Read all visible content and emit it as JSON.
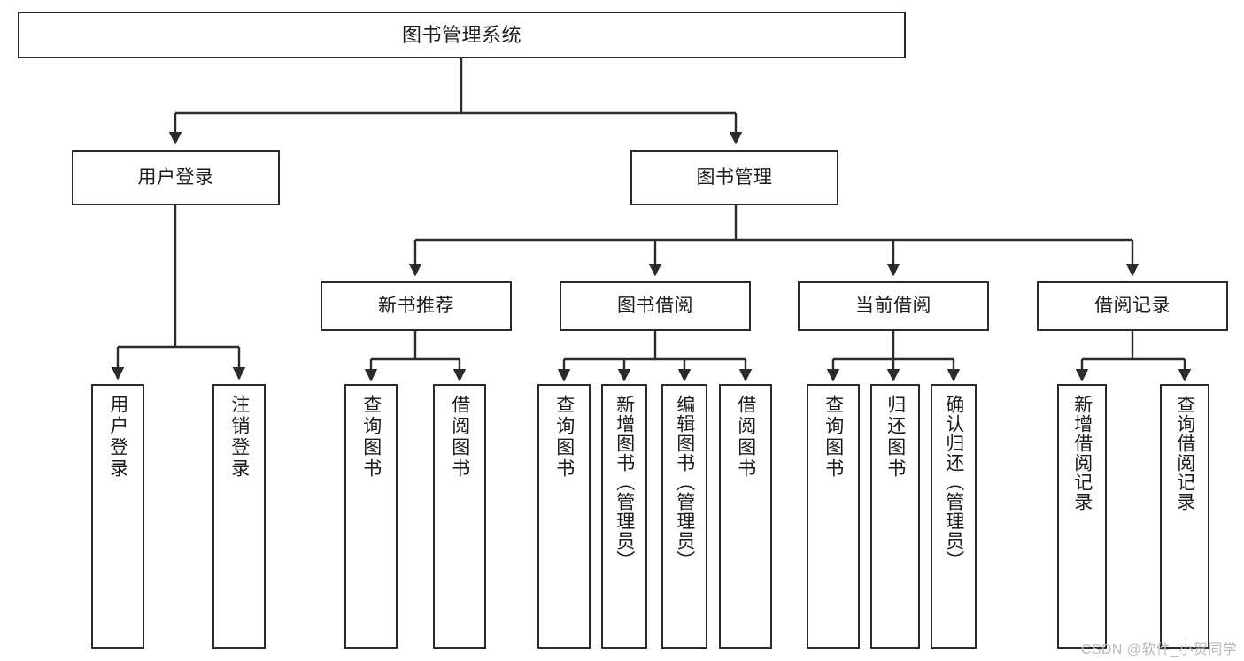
{
  "diagram": {
    "title": "图书管理系统",
    "type": "tree-hierarchy",
    "watermark": "CSDN @软件_小贺同学",
    "colors": {
      "background": "#ffffff",
      "node_border": "#2b2b2b",
      "node_fill": "#ffffff",
      "text": "#1b1b1b",
      "edge": "#2b2b2b",
      "watermark": "#b9b9b9"
    }
  },
  "nodes": {
    "root": {
      "label": "图书管理系统"
    },
    "level2": [
      {
        "id": "user-login",
        "label": "用户登录"
      },
      {
        "id": "book-manage",
        "label": "图书管理"
      }
    ],
    "level3": [
      {
        "id": "new-book-recommend",
        "label": "新书推荐"
      },
      {
        "id": "book-borrow",
        "label": "图书借阅"
      },
      {
        "id": "current-borrow",
        "label": "当前借阅"
      },
      {
        "id": "borrow-record",
        "label": "借阅记录"
      }
    ],
    "leaves": [
      {
        "id": "leaf-user-login",
        "label": "用户登录",
        "parent": "user-login"
      },
      {
        "id": "leaf-logout-login",
        "label": "注销登录",
        "parent": "user-login"
      },
      {
        "id": "leaf-query-book-1",
        "label": "查询图书",
        "parent": "new-book-recommend"
      },
      {
        "id": "leaf-borrow-book-1",
        "label": "借阅图书",
        "parent": "new-book-recommend"
      },
      {
        "id": "leaf-query-book-2",
        "label": "查询图书",
        "parent": "book-borrow"
      },
      {
        "id": "leaf-add-book",
        "label": "新增图书（管理员）",
        "parent": "book-borrow"
      },
      {
        "id": "leaf-edit-book",
        "label": "编辑图书（管理员）",
        "parent": "book-borrow"
      },
      {
        "id": "leaf-borrow-book-2",
        "label": "借阅图书",
        "parent": "book-borrow"
      },
      {
        "id": "leaf-query-book-3",
        "label": "查询图书",
        "parent": "current-borrow"
      },
      {
        "id": "leaf-return-book",
        "label": "归还图书",
        "parent": "current-borrow"
      },
      {
        "id": "leaf-confirm-return",
        "label": "确认归还（管理员）",
        "parent": "current-borrow"
      },
      {
        "id": "leaf-add-record",
        "label": "新增借阅记录",
        "parent": "borrow-record"
      },
      {
        "id": "leaf-query-record",
        "label": "查询借阅记录",
        "parent": "borrow-record"
      }
    ]
  }
}
